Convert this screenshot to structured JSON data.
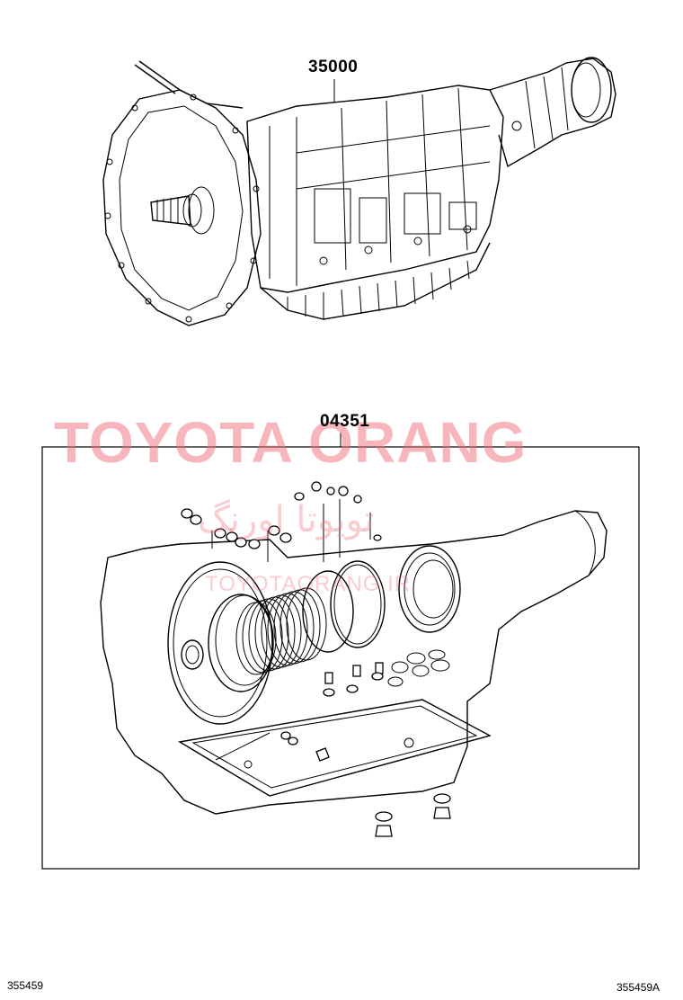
{
  "diagram": {
    "parts": [
      {
        "number": "35000"
      },
      {
        "number": "04351"
      }
    ],
    "watermark": {
      "brand": "TOYOTA ORANG",
      "persian": "تویوتا اورنگ",
      "site": "TOYOTAORANG.IR"
    },
    "footer": {
      "left_code": "355459",
      "right_code": "355459A"
    }
  }
}
